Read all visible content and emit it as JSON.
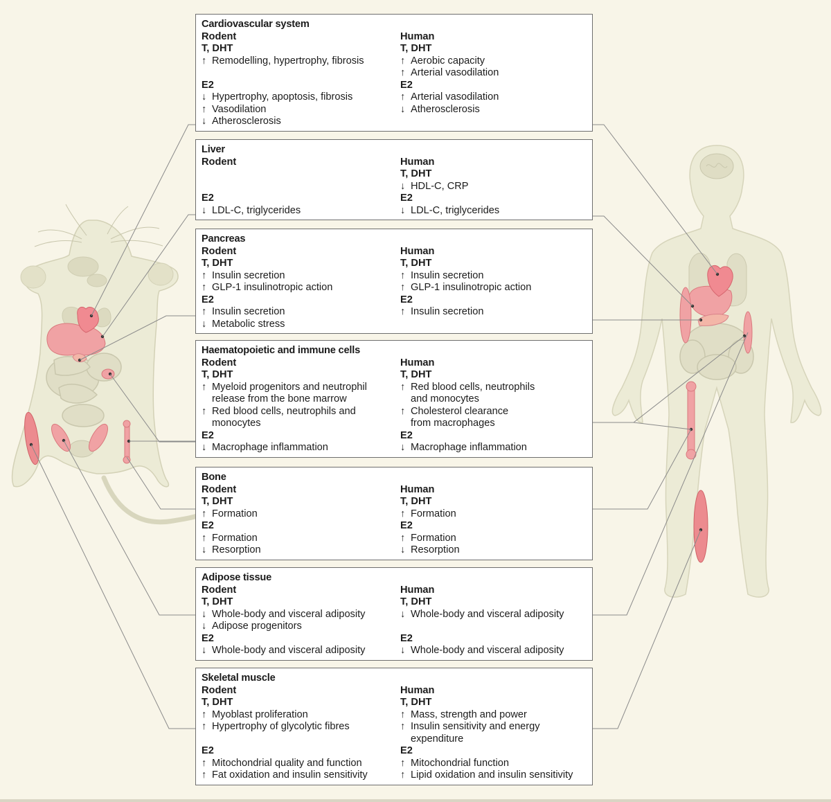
{
  "panels": [
    {
      "title": "Cardiovascular system",
      "rodent_header": "Rodent",
      "human_header": "Human",
      "sections": [
        {
          "rodent_label": "T, DHT",
          "human_label": "T, DHT",
          "rodent": [
            {
              "arrow": "↑",
              "text": "Remodelling, hypertrophy, fibrosis"
            }
          ],
          "human": [
            {
              "arrow": "↑",
              "text": "Aerobic capacity"
            },
            {
              "arrow": "↑",
              "text": "Arterial vasodilation"
            }
          ]
        },
        {
          "rodent_label": "E2",
          "human_label": "E2",
          "rodent": [
            {
              "arrow": "↓",
              "text": "Hypertrophy, apoptosis, fibrosis"
            },
            {
              "arrow": "↑",
              "text": "Vasodilation"
            },
            {
              "arrow": "↓",
              "text": "Atherosclerosis"
            }
          ],
          "human": [
            {
              "arrow": "↑",
              "text": "Arterial vasodilation"
            },
            {
              "arrow": "↓",
              "text": "Atherosclerosis"
            }
          ]
        }
      ]
    },
    {
      "title": "Liver",
      "rodent_header": "Rodent",
      "human_header": "Human",
      "sections": [
        {
          "rodent_label": "",
          "human_label": "T, DHT",
          "rodent": [],
          "human": [
            {
              "arrow": "↓",
              "text": "HDL-C, CRP"
            }
          ]
        },
        {
          "rodent_label": "E2",
          "human_label": "E2",
          "rodent": [
            {
              "arrow": "↓",
              "text": "LDL-C, triglycerides"
            }
          ],
          "human": [
            {
              "arrow": "↓",
              "text": "LDL-C, triglycerides"
            }
          ]
        }
      ]
    },
    {
      "title": "Pancreas",
      "rodent_header": "Rodent",
      "human_header": "Human",
      "sections": [
        {
          "rodent_label": "T, DHT",
          "human_label": "T, DHT",
          "rodent": [
            {
              "arrow": "↑",
              "text": "Insulin secretion"
            },
            {
              "arrow": "↑",
              "text": "GLP-1 insulinotropic action"
            }
          ],
          "human": [
            {
              "arrow": "↑",
              "text": "Insulin secretion"
            },
            {
              "arrow": "↑",
              "text": "GLP-1 insulinotropic action"
            }
          ]
        },
        {
          "rodent_label": "E2",
          "human_label": "E2",
          "rodent": [
            {
              "arrow": "↑",
              "text": "Insulin secretion"
            },
            {
              "arrow": "↓",
              "text": "Metabolic stress"
            }
          ],
          "human": [
            {
              "arrow": "↑",
              "text": "Insulin secretion"
            }
          ]
        }
      ]
    },
    {
      "title": "Haematopoietic and immune cells",
      "rodent_header": "Rodent",
      "human_header": "Human",
      "sections": [
        {
          "rodent_label": "T, DHT",
          "human_label": "T, DHT",
          "rodent": [
            {
              "arrow": "↑",
              "text": "Myeloid progenitors and neutrophil\nrelease from the bone marrow"
            },
            {
              "arrow": "↑",
              "text": "Red blood cells, neutrophils and\nmonocytes"
            }
          ],
          "human": [
            {
              "arrow": "↑",
              "text": "Red blood cells, neutrophils\nand monocytes"
            },
            {
              "arrow": "↑",
              "text": "Cholesterol clearance\nfrom macrophages"
            }
          ]
        },
        {
          "rodent_label": "E2",
          "human_label": "E2",
          "rodent": [
            {
              "arrow": "↓",
              "text": "Macrophage inflammation"
            }
          ],
          "human": [
            {
              "arrow": "↓",
              "text": "Macrophage inflammation"
            }
          ]
        }
      ]
    },
    {
      "title": "Bone",
      "rodent_header": "Rodent",
      "human_header": "Human",
      "sections": [
        {
          "rodent_label": "T, DHT",
          "human_label": "T, DHT",
          "rodent": [
            {
              "arrow": "↑",
              "text": "Formation"
            }
          ],
          "human": [
            {
              "arrow": "↑",
              "text": "Formation"
            }
          ]
        },
        {
          "rodent_label": "E2",
          "human_label": "E2",
          "rodent": [
            {
              "arrow": "↑",
              "text": "Formation"
            },
            {
              "arrow": "↓",
              "text": "Resorption"
            }
          ],
          "human": [
            {
              "arrow": "↑",
              "text": "Formation"
            },
            {
              "arrow": "↓",
              "text": "Resorption"
            }
          ]
        }
      ]
    },
    {
      "title": "Adipose tissue",
      "rodent_header": "Rodent",
      "human_header": "Human",
      "sections": [
        {
          "rodent_label": "T, DHT",
          "human_label": "T, DHT",
          "rodent": [
            {
              "arrow": "↓",
              "text": "Whole-body and visceral adiposity"
            },
            {
              "arrow": "↓",
              "text": "Adipose progenitors"
            }
          ],
          "human": [
            {
              "arrow": "↓",
              "text": "Whole-body and visceral adiposity"
            }
          ]
        },
        {
          "rodent_label": "E2",
          "human_label": "E2",
          "rodent": [
            {
              "arrow": "↓",
              "text": "Whole-body and visceral adiposity"
            }
          ],
          "human": [
            {
              "arrow": "↓",
              "text": "Whole-body and visceral adiposity"
            }
          ]
        }
      ]
    },
    {
      "title": "Skeletal muscle",
      "rodent_header": "Rodent",
      "human_header": "Human",
      "sections": [
        {
          "rodent_label": "T, DHT",
          "human_label": "T, DHT",
          "rodent": [
            {
              "arrow": "↑",
              "text": "Myoblast proliferation"
            },
            {
              "arrow": "↑",
              "text": "Hypertrophy of glycolytic fibres"
            }
          ],
          "human": [
            {
              "arrow": "↑",
              "text": "Mass, strength and power"
            },
            {
              "arrow": "↑",
              "text": "Insulin sensitivity and energy\nexpenditure"
            }
          ]
        },
        {
          "rodent_label": "E2",
          "human_label": "E2",
          "rodent": [
            {
              "arrow": "↑",
              "text": "Mitochondrial quality and function"
            },
            {
              "arrow": "↑",
              "text": "Fat oxidation and insulin sensitivity"
            }
          ],
          "human": [
            {
              "arrow": "↑",
              "text": "Mitochondrial function"
            },
            {
              "arrow": "↑",
              "text": "Lipid oxidation and insulin sensitivity"
            }
          ]
        }
      ]
    }
  ]
}
